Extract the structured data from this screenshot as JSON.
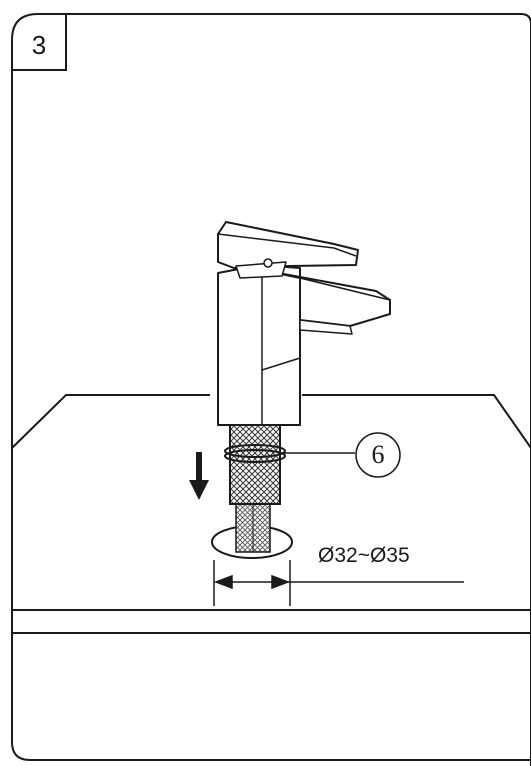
{
  "step": {
    "number": "3"
  },
  "callout": {
    "part_number": "6",
    "subject": "threaded-shank"
  },
  "dimension": {
    "label": "Ø32~Ø35"
  },
  "icons": {
    "direction": "down-arrow-icon"
  },
  "colors": {
    "line": "#1a1a1a",
    "background": "#ffffff"
  }
}
